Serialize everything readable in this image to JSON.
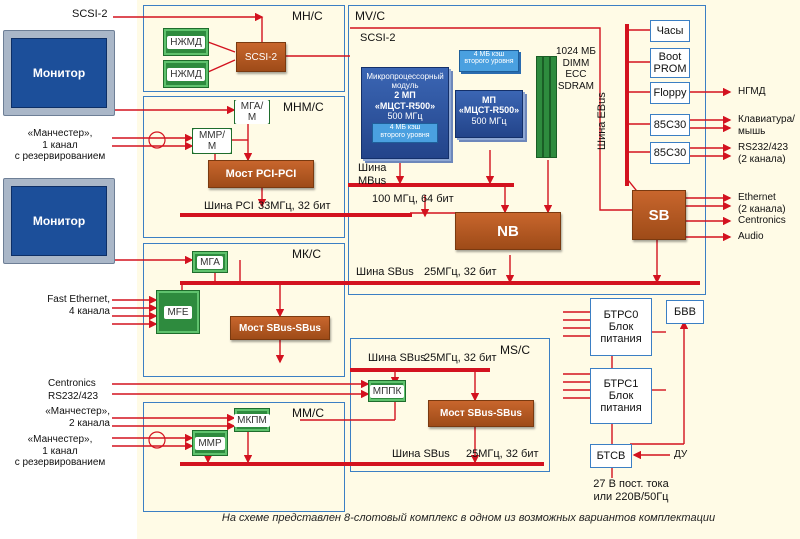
{
  "modules": {
    "mn": "МН/С",
    "mv": "МV/С",
    "mnm": "МНМ/С",
    "mk": "МК/С",
    "ms": "МS/С",
    "mm": "ММ/С"
  },
  "blocks": {
    "nzhmd1": "НЖМД",
    "nzhmd2": "НЖМД",
    "scsi_box": "SCSI-2",
    "mga_m": "МГА/М",
    "mmr_m": "ММР/М",
    "pci_bridge": "Мост PCI-PCI",
    "mga": "МГА",
    "mfe": "MFE",
    "sbus_bridge1": "Мост SBus-SBus",
    "mppk": "МППК",
    "sbus_bridge2": "Мост SBus-SBus",
    "mkpm": "МКПМ",
    "mmr": "ММР",
    "nb": "NB",
    "sb": "SB",
    "chasy": "Часы",
    "boot_prom": [
      "Boot",
      "PROM"
    ],
    "floppy": "Floppy",
    "c85_1": "85C30",
    "c85_2": "85C30",
    "btrs0": [
      "БТРС0",
      "Блок",
      "питания"
    ],
    "btrs1": [
      "БТРС1",
      "Блок",
      "питания"
    ],
    "bvv": "БВВ",
    "btsv": "БТСВ"
  },
  "cpu": {
    "main_lines": [
      "Микропроцессорный",
      "модуль",
      "2 МП",
      "«МЦСТ-R500»",
      "500 МГц"
    ],
    "main_cache": [
      "4 МБ кэш",
      "второго уровня"
    ],
    "top_cache": [
      "4 МБ кэш",
      "второго уровня"
    ],
    "mp_lines": [
      "МП",
      "«МЦСТ-R500»",
      "500 МГц"
    ]
  },
  "memory": [
    "1024 МБ",
    "DIMM",
    "ECC",
    "SDRAM"
  ],
  "monitors": [
    "Монитор",
    "Монитор"
  ],
  "labels": {
    "scsi_left": "SCSI-2",
    "scsi_bus": "SCSI-2",
    "manchester1": [
      "«Манчестер»,",
      "1 канал",
      "с резервированием"
    ],
    "mbus": [
      "Шина",
      "MBus"
    ],
    "mbus_speed": "100 МГц, 64 бит",
    "pci_bus": "Шина PCI",
    "pci_speed": "33МГц, 32 бит",
    "sbus1": "Шина SBus",
    "sbus1_speed": "25МГц, 32 бит",
    "fast_eth": [
      "Fast Ethernet,",
      "4 канала"
    ],
    "sbus2": "Шина SBus",
    "sbus2_speed": "25МГц, 32 бит",
    "centronics_left": "Centronics",
    "rs232_left": "RS232/423",
    "manchester2": [
      "«Манчестер»,",
      "2 канала"
    ],
    "manchester3": [
      "«Манчестер»,",
      "1 канал",
      "с резервированием"
    ],
    "sbus3": "Шина SBus",
    "sbus3_speed": "25МГц, 32 бит",
    "ebus": "Шина EBus",
    "ngmd": "НГМД",
    "kbd": [
      "Клавиатура/",
      "мышь"
    ],
    "rs232_right": [
      "RS232/423",
      "(2 канала)"
    ],
    "ethernet_right": [
      "Ethernet",
      "(2 канала)"
    ],
    "centronics_right": "Centronics",
    "audio": "Audio",
    "du": "ДУ",
    "power_in": [
      "27 В пост. тока",
      "или 220В/50Гц"
    ]
  },
  "caption": "На схеме представлен 8-слотовый комплекс в одном из возможных вариантов комплектации",
  "colors": {
    "bus": "#d3121f",
    "module_border": "#3b7fc4",
    "background": "#fffbe6"
  }
}
